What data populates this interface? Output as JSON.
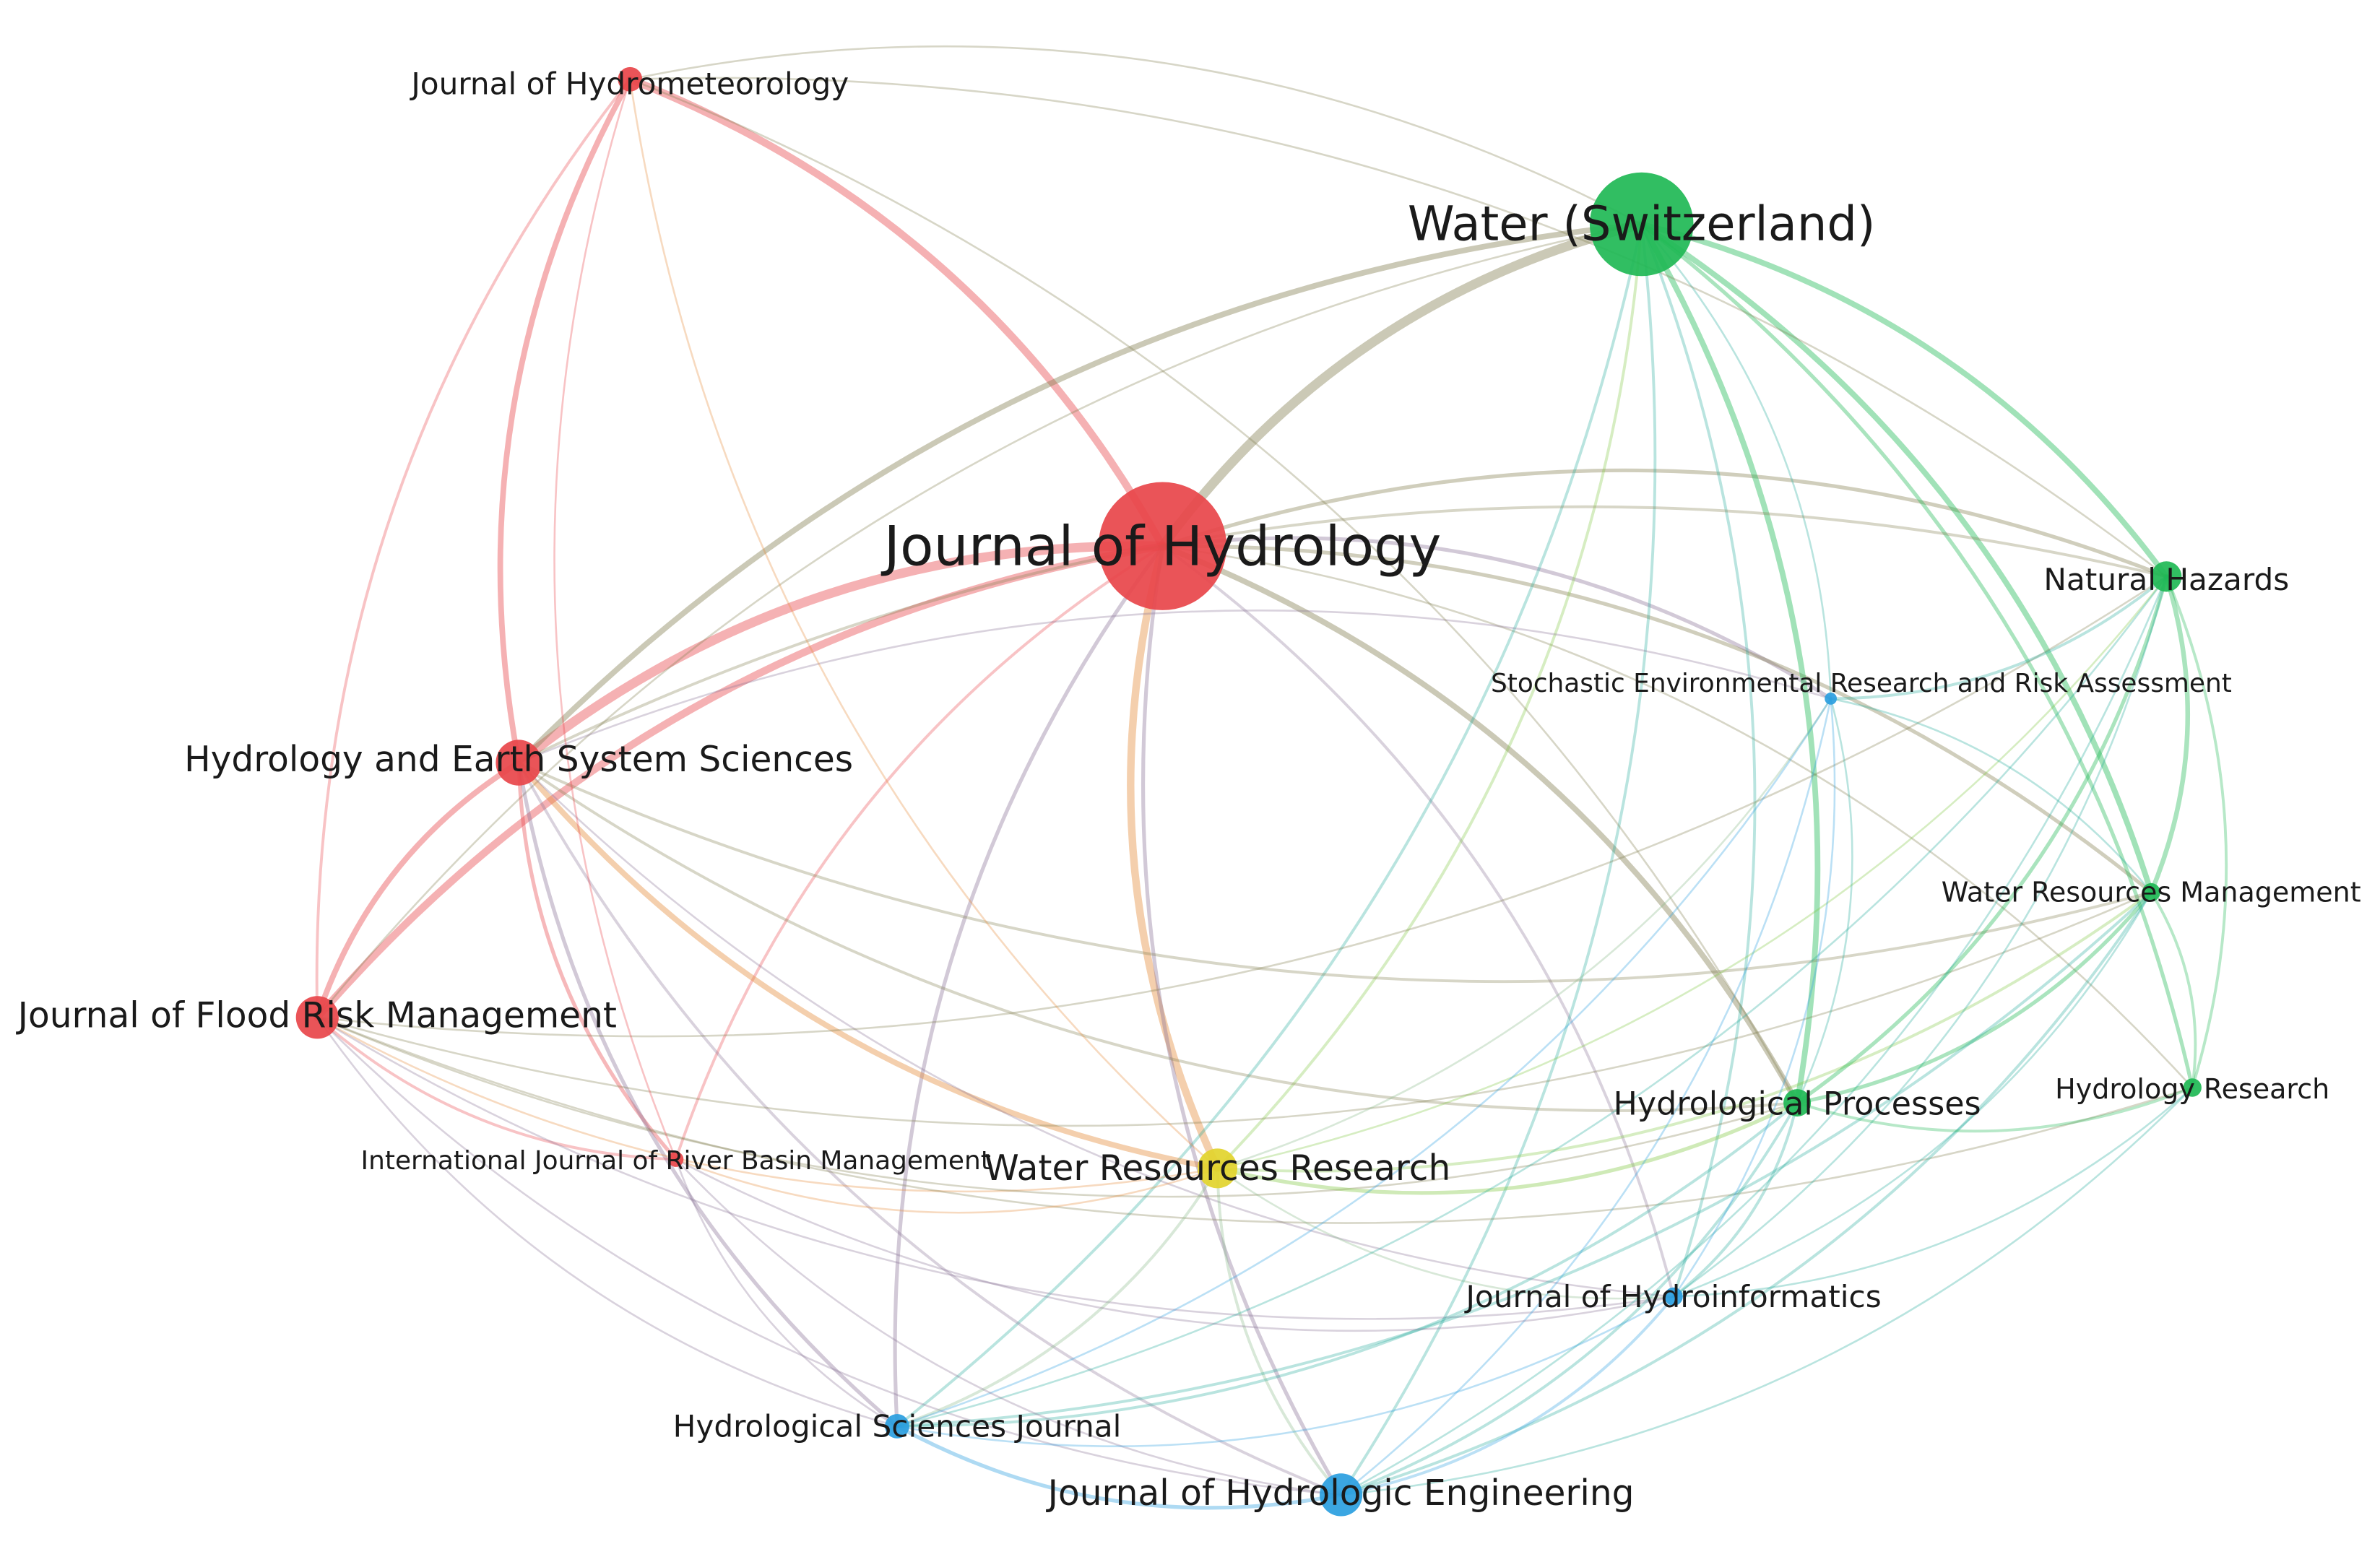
{
  "colors": {
    "red": "#e8454a",
    "green": "#1fb955",
    "blue": "#2a9ee0",
    "yellow": "#e2d42c",
    "label": "#1a1a1a",
    "background": "#ffffff"
  },
  "nodes": [
    {
      "id": "jhyd",
      "label": "Journal of Hydrology",
      "cluster": "red"
    },
    {
      "id": "water",
      "label": "Water (Switzerland)",
      "cluster": "green"
    },
    {
      "id": "jhm",
      "label": "Journal of Hydrometeorology",
      "cluster": "red"
    },
    {
      "id": "hess",
      "label": "Hydrology and Earth System Sciences",
      "cluster": "red"
    },
    {
      "id": "jfrm",
      "label": "Journal of Flood Risk Management",
      "cluster": "red"
    },
    {
      "id": "ijrbm",
      "label": "International Journal of River Basin Management",
      "cluster": "red"
    },
    {
      "id": "wrr",
      "label": "Water Resources Research",
      "cluster": "yellow"
    },
    {
      "id": "nh",
      "label": "Natural Hazards",
      "cluster": "green"
    },
    {
      "id": "serra",
      "label": "Stochastic Environmental Research and Risk Assessment",
      "cluster": "blue"
    },
    {
      "id": "wrm",
      "label": "Water Resources Management",
      "cluster": "green"
    },
    {
      "id": "hp",
      "label": "Hydrological Processes",
      "cluster": "green"
    },
    {
      "id": "hr",
      "label": "Hydrology Research",
      "cluster": "green"
    },
    {
      "id": "jhi",
      "label": "Journal of Hydroinformatics",
      "cluster": "blue"
    },
    {
      "id": "hsj",
      "label": "Hydrological Sciences Journal",
      "cluster": "blue"
    },
    {
      "id": "jhe",
      "label": "Journal of Hydrologic Engineering",
      "cluster": "blue"
    }
  ],
  "links": [
    {
      "s": "jhyd",
      "t": "water",
      "w": 5
    },
    {
      "s": "jhyd",
      "t": "hess",
      "w": 5
    },
    {
      "s": "jhyd",
      "t": "jfrm",
      "w": 4
    },
    {
      "s": "jhyd",
      "t": "wrr",
      "w": 4
    },
    {
      "s": "jhyd",
      "t": "jhm",
      "w": 4
    },
    {
      "s": "jhyd",
      "t": "hp",
      "w": 3
    },
    {
      "s": "jhyd",
      "t": "serra",
      "w": 2
    },
    {
      "s": "jhyd",
      "t": "hsj",
      "w": 2
    },
    {
      "s": "jhyd",
      "t": "jhe",
      "w": 2
    },
    {
      "s": "jhyd",
      "t": "nh",
      "w": 2
    },
    {
      "s": "jhyd",
      "t": "wrm",
      "w": 2
    },
    {
      "s": "jhyd",
      "t": "ijrbm",
      "w": 1.5
    },
    {
      "s": "jhyd",
      "t": "jhi",
      "w": 1.5
    },
    {
      "s": "jhyd",
      "t": "hr",
      "w": 1
    },
    {
      "s": "water",
      "t": "hess",
      "w": 3
    },
    {
      "s": "water",
      "t": "nh",
      "w": 3
    },
    {
      "s": "water",
      "t": "wrm",
      "w": 3
    },
    {
      "s": "water",
      "t": "hp",
      "w": 3
    },
    {
      "s": "water",
      "t": "hr",
      "w": 2
    },
    {
      "s": "water",
      "t": "jhi",
      "w": 1.5
    },
    {
      "s": "water",
      "t": "jhe",
      "w": 1.5
    },
    {
      "s": "water",
      "t": "hsj",
      "w": 1.5
    },
    {
      "s": "water",
      "t": "wrr",
      "w": 1.5
    },
    {
      "s": "water",
      "t": "serra",
      "w": 1
    },
    {
      "s": "water",
      "t": "jhm",
      "w": 1
    },
    {
      "s": "water",
      "t": "jfrm",
      "w": 1
    },
    {
      "s": "hess",
      "t": "jfrm",
      "w": 3
    },
    {
      "s": "hess",
      "t": "jhm",
      "w": 3
    },
    {
      "s": "hess",
      "t": "wrr",
      "w": 3
    },
    {
      "s": "hess",
      "t": "ijrbm",
      "w": 2
    },
    {
      "s": "hess",
      "t": "hsj",
      "w": 2
    },
    {
      "s": "hess",
      "t": "jhe",
      "w": 1.5
    },
    {
      "s": "hess",
      "t": "hp",
      "w": 1.5
    },
    {
      "s": "hess",
      "t": "nh",
      "w": 1.5
    },
    {
      "s": "hess",
      "t": "wrm",
      "w": 1.5
    },
    {
      "s": "hess",
      "t": "jhi",
      "w": 1
    },
    {
      "s": "hess",
      "t": "serra",
      "w": 1
    },
    {
      "s": "jfrm",
      "t": "jhm",
      "w": 1.5
    },
    {
      "s": "jfrm",
      "t": "ijrbm",
      "w": 1.5
    },
    {
      "s": "jfrm",
      "t": "wrr",
      "w": 1
    },
    {
      "s": "jfrm",
      "t": "hp",
      "w": 1
    },
    {
      "s": "jfrm",
      "t": "wrm",
      "w": 1
    },
    {
      "s": "jfrm",
      "t": "jhe",
      "w": 1
    },
    {
      "s": "jfrm",
      "t": "hsj",
      "w": 1
    },
    {
      "s": "jfrm",
      "t": "jhi",
      "w": 1
    },
    {
      "s": "jfrm",
      "t": "nh",
      "w": 1
    },
    {
      "s": "jfrm",
      "t": "hr",
      "w": 1
    },
    {
      "s": "jhm",
      "t": "ijrbm",
      "w": 1
    },
    {
      "s": "jhm",
      "t": "wrr",
      "w": 1
    },
    {
      "s": "jhm",
      "t": "hp",
      "w": 1
    },
    {
      "s": "jhm",
      "t": "nh",
      "w": 1
    },
    {
      "s": "wrr",
      "t": "hp",
      "w": 2
    },
    {
      "s": "wrr",
      "t": "jhe",
      "w": 1.5
    },
    {
      "s": "wrr",
      "t": "hsj",
      "w": 1.5
    },
    {
      "s": "wrr",
      "t": "wrm",
      "w": 1.5
    },
    {
      "s": "wrr",
      "t": "serra",
      "w": 1
    },
    {
      "s": "wrr",
      "t": "jhi",
      "w": 1
    },
    {
      "s": "wrr",
      "t": "nh",
      "w": 1
    },
    {
      "s": "nh",
      "t": "wrm",
      "w": 2.5
    },
    {
      "s": "nh",
      "t": "hp",
      "w": 2
    },
    {
      "s": "nh",
      "t": "serra",
      "w": 1.5
    },
    {
      "s": "nh",
      "t": "hr",
      "w": 1.5
    },
    {
      "s": "nh",
      "t": "jhe",
      "w": 1
    },
    {
      "s": "nh",
      "t": "hsj",
      "w": 1
    },
    {
      "s": "nh",
      "t": "jhi",
      "w": 1
    },
    {
      "s": "wrm",
      "t": "hp",
      "w": 2
    },
    {
      "s": "wrm",
      "t": "hr",
      "w": 1.5
    },
    {
      "s": "wrm",
      "t": "jhe",
      "w": 1.5
    },
    {
      "s": "wrm",
      "t": "hsj",
      "w": 1.5
    },
    {
      "s": "wrm",
      "t": "jhi",
      "w": 1
    },
    {
      "s": "wrm",
      "t": "serra",
      "w": 1
    },
    {
      "s": "hp",
      "t": "hr",
      "w": 1.5
    },
    {
      "s": "hp",
      "t": "jhi",
      "w": 1.5
    },
    {
      "s": "hp",
      "t": "hsj",
      "w": 1.5
    },
    {
      "s": "hp",
      "t": "jhe",
      "w": 1.5
    },
    {
      "s": "hp",
      "t": "serra",
      "w": 1
    },
    {
      "s": "serra",
      "t": "jhe",
      "w": 1
    },
    {
      "s": "serra",
      "t": "hsj",
      "w": 1
    },
    {
      "s": "serra",
      "t": "jhi",
      "w": 1
    },
    {
      "s": "jhe",
      "t": "hsj",
      "w": 2
    },
    {
      "s": "jhe",
      "t": "jhi",
      "w": 1.5
    },
    {
      "s": "jhe",
      "t": "ijrbm",
      "w": 1
    },
    {
      "s": "jhe",
      "t": "hr",
      "w": 1
    },
    {
      "s": "hsj",
      "t": "jhi",
      "w": 1
    },
    {
      "s": "hsj",
      "t": "ijrbm",
      "w": 1
    },
    {
      "s": "hr",
      "t": "jhi",
      "w": 1
    },
    {
      "s": "ijrbm",
      "t": "wrr",
      "w": 1
    },
    {
      "s": "ijrbm",
      "t": "jhi",
      "w": 1
    }
  ]
}
